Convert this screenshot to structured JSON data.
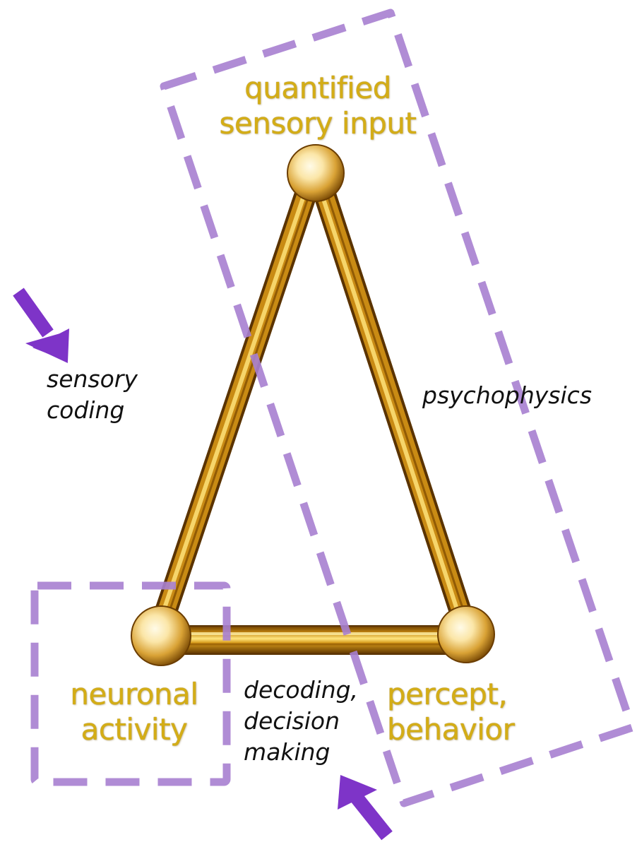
{
  "colors": {
    "node_label": "#d4ad16",
    "edge_label": "#111111",
    "dashed_box": "#a77fd0",
    "arrow": "#7e34c8",
    "rod_gold": "#c88a12"
  },
  "nodes": {
    "top": {
      "lines": [
        "quantified",
        "sensory input"
      ]
    },
    "bottom_left": {
      "lines": [
        "neuronal",
        "activity"
      ]
    },
    "bottom_right": {
      "lines": [
        "percept,",
        "behavior"
      ]
    }
  },
  "edges": {
    "left": {
      "lines": [
        "sensory",
        "coding"
      ]
    },
    "right": {
      "lines": [
        "psychophysics"
      ]
    },
    "bottom": {
      "lines": [
        "decoding,",
        "decision",
        "making"
      ]
    }
  },
  "arrows": [
    {
      "name": "sensory-coding-arrow",
      "points_to": "sensory coding"
    },
    {
      "name": "decoding-arrow",
      "points_to": "decoding, decision making"
    }
  ],
  "highlight_boxes": [
    {
      "name": "psychophysics-box",
      "style": "dashed"
    },
    {
      "name": "neuronal-activity-box",
      "style": "dashed"
    }
  ]
}
